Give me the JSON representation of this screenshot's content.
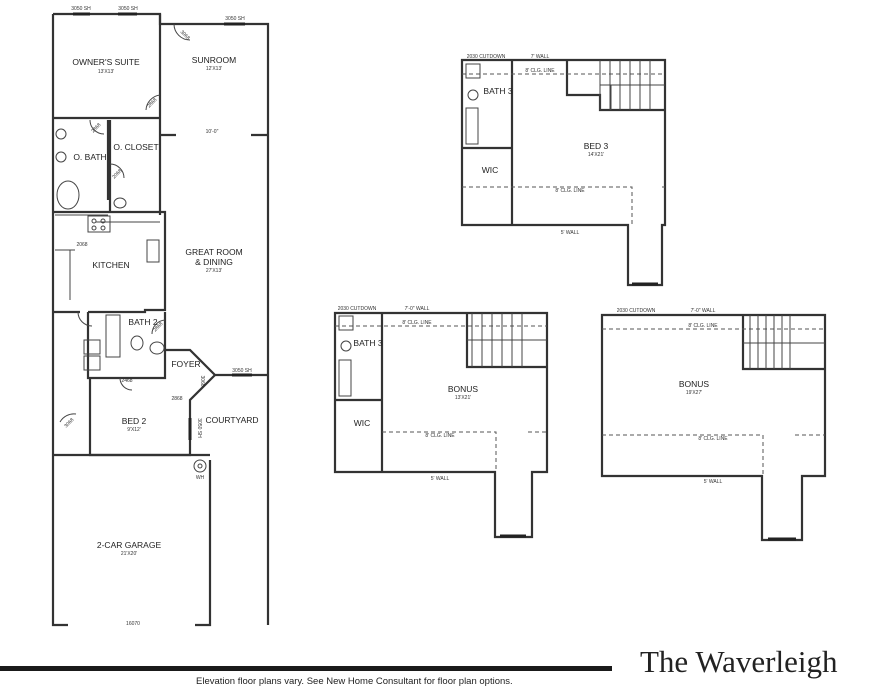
{
  "first_floor": {
    "windows": [
      "3050 SH",
      "3050 SH",
      "3050 SH",
      "3050 SH",
      "3050 SH"
    ],
    "rooms": {
      "owners_suite": {
        "name": "OWNER'S SUITE",
        "size": "13'X13'"
      },
      "sunroom": {
        "name": "SUNROOM",
        "size": "12'X13'"
      },
      "o_bath": {
        "name": "O. BATH"
      },
      "o_closet": {
        "name": "O. CLOSET"
      },
      "great_room": {
        "name1": "GREAT ROOM",
        "name2": "& DINING",
        "size": "27'X13'"
      },
      "kitchen": {
        "name": "KITCHEN"
      },
      "bath2": {
        "name": "BATH 2"
      },
      "foyer": {
        "name": "FOYER"
      },
      "bed2": {
        "name": "BED 2",
        "size": "9'X12'"
      },
      "courtyard": {
        "name": "COURTYARD"
      },
      "garage": {
        "name": "2-CAR GARAGE",
        "size": "21'X20'"
      }
    },
    "opening": "10'-0\"",
    "garage_door": "16070",
    "water_heater": "WH",
    "doors": [
      "3068",
      "2868",
      "2868",
      "2068",
      "2068",
      "2868",
      "2468",
      "2868",
      "3068",
      "3068"
    ]
  },
  "second_floor_bed3": {
    "cutdown": "2030 CUTDOWN",
    "top_wall": "7' WALL",
    "clg_line_top": "8' CLG. LINE",
    "bath": "BATH 3",
    "wic": "WIC",
    "room": "BED 3",
    "size": "14'X21'",
    "clg_line_bottom": "8' CLG. LINE",
    "bottom_wall": "5' WALL"
  },
  "second_floor_bonus_bath": {
    "cutdown": "2030 CUTDOWN",
    "top_wall": "7'-0\" WALL",
    "clg_line_top": "8' CLG. LINE",
    "bath": "BATH 3",
    "wic": "WIC",
    "room": "BONUS",
    "size": "13'X21'",
    "clg_line_bottom": "8' CLG. LINE",
    "bottom_wall": "5' WALL"
  },
  "second_floor_bonus": {
    "cutdown": "2030 CUTDOWN",
    "top_wall": "7'-0\" WALL",
    "clg_line_top": "8' CLG. LINE",
    "room": "BONUS",
    "size": "19'X27'",
    "clg_line_bottom": "8' CLG. LINE",
    "bottom_wall": "5' WALL"
  },
  "footer": {
    "title": "The Waverleigh",
    "note": "Elevation floor plans vary. See New Home Consultant for floor plan options."
  }
}
